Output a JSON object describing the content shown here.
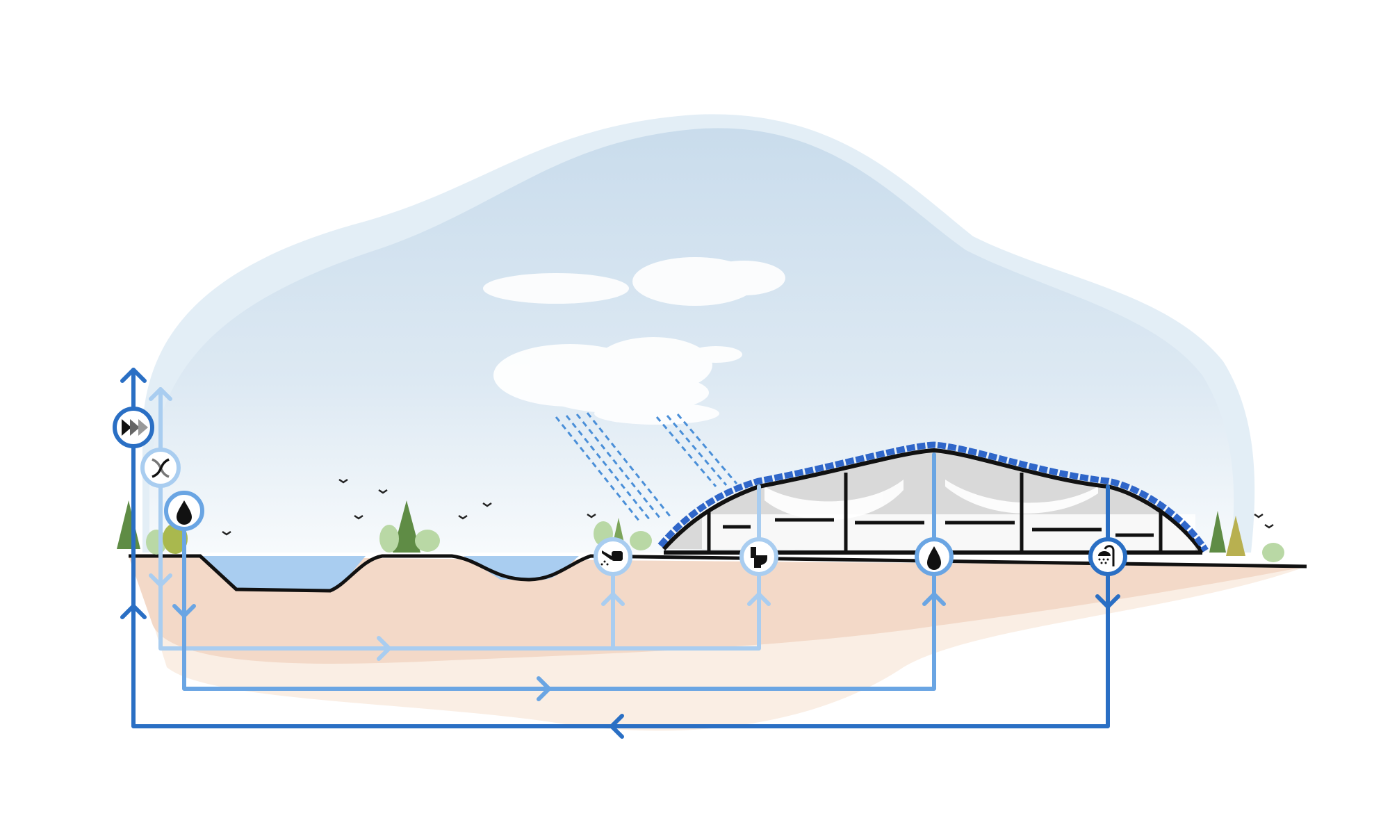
{
  "diagram": {
    "type": "building water cycle illustration",
    "colors": {
      "pipe_dark": "#2a6fc4",
      "pipe_mid": "#6aa5e3",
      "pipe_light": "#a9cdf0",
      "sky": "#d3e4f0",
      "ground": "#f3d9c8",
      "ground_light": "#faeee4",
      "water": "#a9cdf0",
      "roof": "#2f66c9",
      "tree": "#6f9a52"
    },
    "nodes": [
      {
        "icon": "fast-forward-icon",
        "pipe": "dark"
      },
      {
        "icon": "shuffle-arrows-icon",
        "pipe": "light"
      },
      {
        "icon": "water-drop-icon",
        "pipe": "mid"
      },
      {
        "icon": "watering-can-icon",
        "pipe": "light"
      },
      {
        "icon": "toilet-icon",
        "pipe": "light"
      },
      {
        "icon": "water-drop-icon",
        "pipe": "mid"
      },
      {
        "icon": "shower-icon",
        "pipe": "dark"
      }
    ]
  }
}
